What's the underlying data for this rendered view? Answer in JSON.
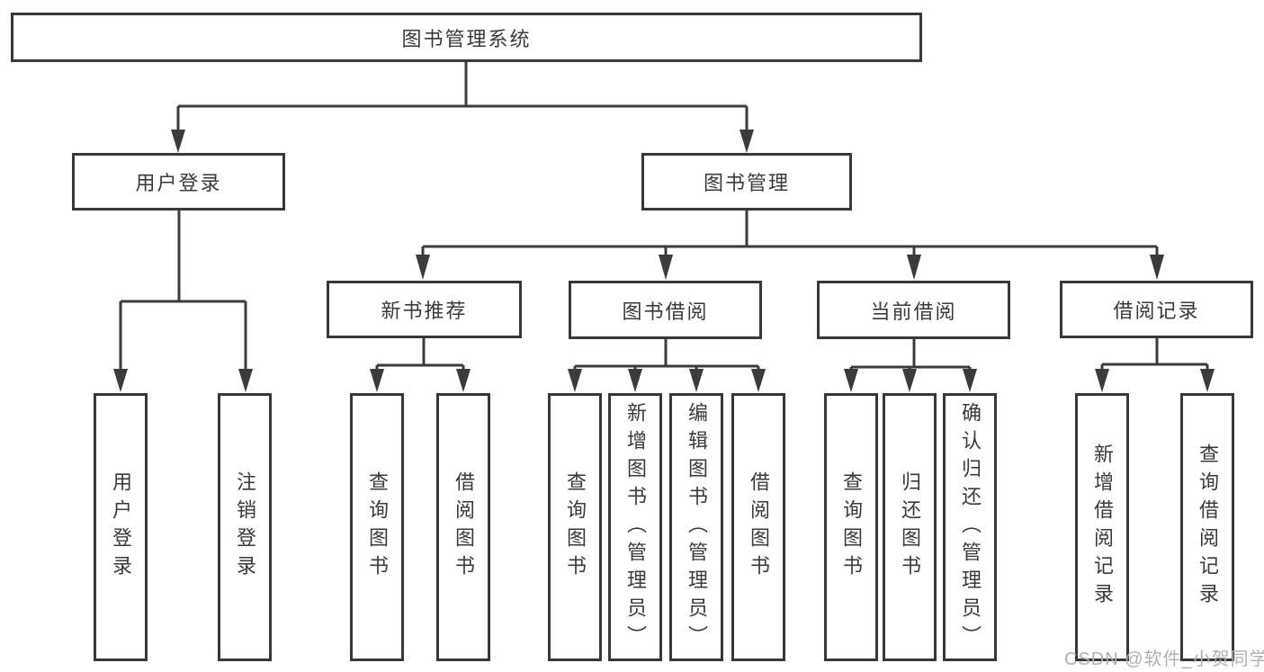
{
  "nodes": {
    "root": {
      "label": "图书管理系统"
    },
    "level2": [
      {
        "label": "用户登录"
      },
      {
        "label": "图书管理"
      }
    ],
    "level3": [
      {
        "label": "新书推荐"
      },
      {
        "label": "图书借阅"
      },
      {
        "label": "当前借阅"
      },
      {
        "label": "借阅记录"
      }
    ],
    "leaves": [
      {
        "label": "用户登录",
        "parent": "用户登录"
      },
      {
        "label": "注销登录",
        "parent": "用户登录"
      },
      {
        "label": "查询图书",
        "parent": "新书推荐"
      },
      {
        "label": "借阅图书",
        "parent": "新书推荐"
      },
      {
        "label": "查询图书",
        "parent": "图书借阅"
      },
      {
        "label": "新增图书（管理员）",
        "parent": "图书借阅"
      },
      {
        "label": "编辑图书（管理员）",
        "parent": "图书借阅"
      },
      {
        "label": "借阅图书",
        "parent": "图书借阅"
      },
      {
        "label": "查询图书",
        "parent": "当前借阅"
      },
      {
        "label": "归还图书",
        "parent": "当前借阅"
      },
      {
        "label": "确认归还（管理员）",
        "parent": "当前借阅"
      },
      {
        "label": "新增借阅记录",
        "parent": "借阅记录"
      },
      {
        "label": "查询借阅记录",
        "parent": "借阅记录"
      }
    ]
  },
  "watermark": "CSDN @软件_小贺同学",
  "colors": {
    "line": "#3b3b3b",
    "border": "#383838",
    "text": "#3a3a3a",
    "watermark": "#b0b0b0",
    "background": "#ffffff"
  }
}
